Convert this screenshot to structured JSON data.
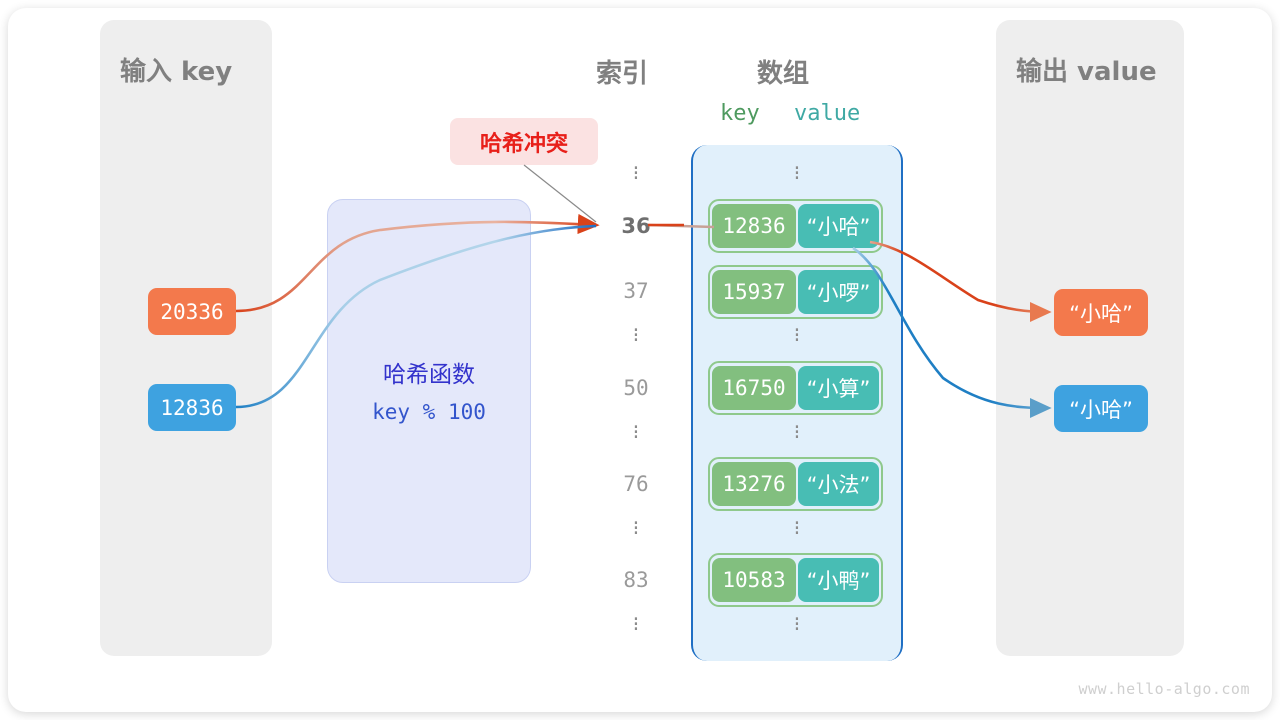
{
  "watermark": "www.hello-algo.com",
  "panels": {
    "input_title": "输入 key",
    "output_title": "输出 value"
  },
  "headings": {
    "index": "索引",
    "array": "数组",
    "key": "key",
    "value": "value"
  },
  "colors": {
    "orange": "#f3794c",
    "blue": "#3ea2e0",
    "key_green": "#82bf7f",
    "value_teal": "#48bdb4",
    "array_fill": "#e1f0fb",
    "array_border": "#1f6fc4",
    "hash_fill": "#e4e8fa",
    "hash_text": "#3333cc",
    "panel_grey": "#eeeeee",
    "collision_bg": "#fbe2e2",
    "collision_text": "#e8201a"
  },
  "inputs": [
    {
      "name": "input-key-20336",
      "value": "20336",
      "color": "#f3794c"
    },
    {
      "name": "input-key-12836",
      "value": "12836",
      "color": "#3ea2e0"
    }
  ],
  "hash_function": {
    "title": "哈希函数",
    "formula": "key % 100"
  },
  "collision": {
    "label": "哈希冲突"
  },
  "index_column": [
    {
      "type": "dots"
    },
    {
      "type": "index",
      "label": "36",
      "highlight": true
    },
    {
      "type": "index",
      "label": "37",
      "highlight": false
    },
    {
      "type": "dots"
    },
    {
      "type": "index",
      "label": "50",
      "highlight": false
    },
    {
      "type": "dots"
    },
    {
      "type": "index",
      "label": "76",
      "highlight": false
    },
    {
      "type": "dots"
    },
    {
      "type": "index",
      "label": "83",
      "highlight": false
    },
    {
      "type": "dots"
    }
  ],
  "array_entries": [
    {
      "index": "36",
      "key": "12836",
      "value": "“小哈”"
    },
    {
      "index": "37",
      "key": "15937",
      "value": "“小啰”"
    },
    {
      "index": "50",
      "key": "16750",
      "value": "“小算”"
    },
    {
      "index": "76",
      "key": "13276",
      "value": "“小法”"
    },
    {
      "index": "83",
      "key": "10583",
      "value": "“小鸭”"
    }
  ],
  "outputs": [
    {
      "name": "output-value-orange",
      "value": "“小哈”",
      "color": "#f3794c"
    },
    {
      "name": "output-value-blue",
      "value": "“小哈”",
      "color": "#3ea2e0"
    }
  ]
}
